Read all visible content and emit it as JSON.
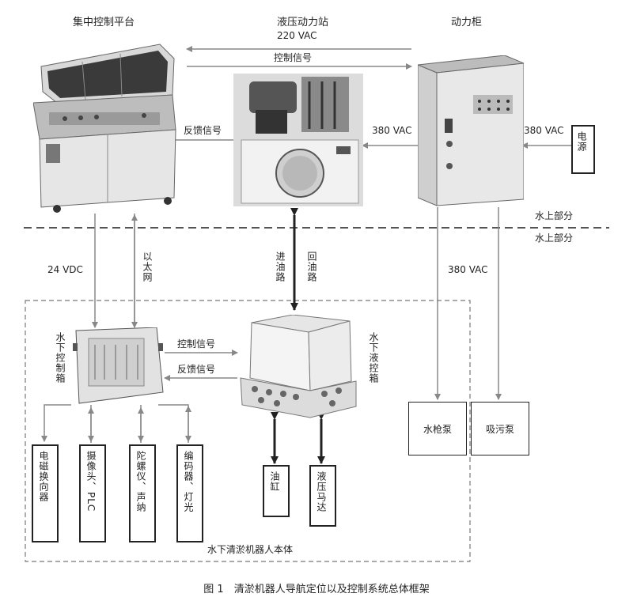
{
  "title_labels": {
    "control_platform": "集中控制平台",
    "hydraulic_station": "液压动力站",
    "hydraulic_station_voltage": "220 VAC",
    "power_cabinet": "动力柜"
  },
  "signals": {
    "control_signal_top": "控制信号",
    "feedback_signal_top": "反馈信号",
    "v380_left": "380 VAC",
    "v380_right": "380 VAC",
    "v380_down": "380 VAC",
    "power_source": "电源",
    "above_water": "水上部分",
    "below_water": "水上部分",
    "dc24": "24 VDC",
    "ethernet": "以太网",
    "oil_in": "进油路",
    "oil_return": "回油路",
    "control_signal_mid": "控制信号",
    "feedback_signal_mid": "反馈信号",
    "underwater_control_box": "水下控制箱",
    "underwater_hydraulic_box": "水下液控箱"
  },
  "components": {
    "solenoid_valve": "电磁换向器",
    "camera_plc": "摄像头、PLC",
    "gyro_sonar": "陀螺仪、声纳",
    "encoder_light": "编码器、灯光",
    "oil_cylinder": "油缸",
    "hydraulic_motor": "液压马达",
    "water_gun_pump": "水枪泵",
    "suction_pump": "吸污泵"
  },
  "robot_body": "水下清淤机器人本体",
  "caption": "图 1　清淤机器人导航定位以及控制系统总体框架"
}
